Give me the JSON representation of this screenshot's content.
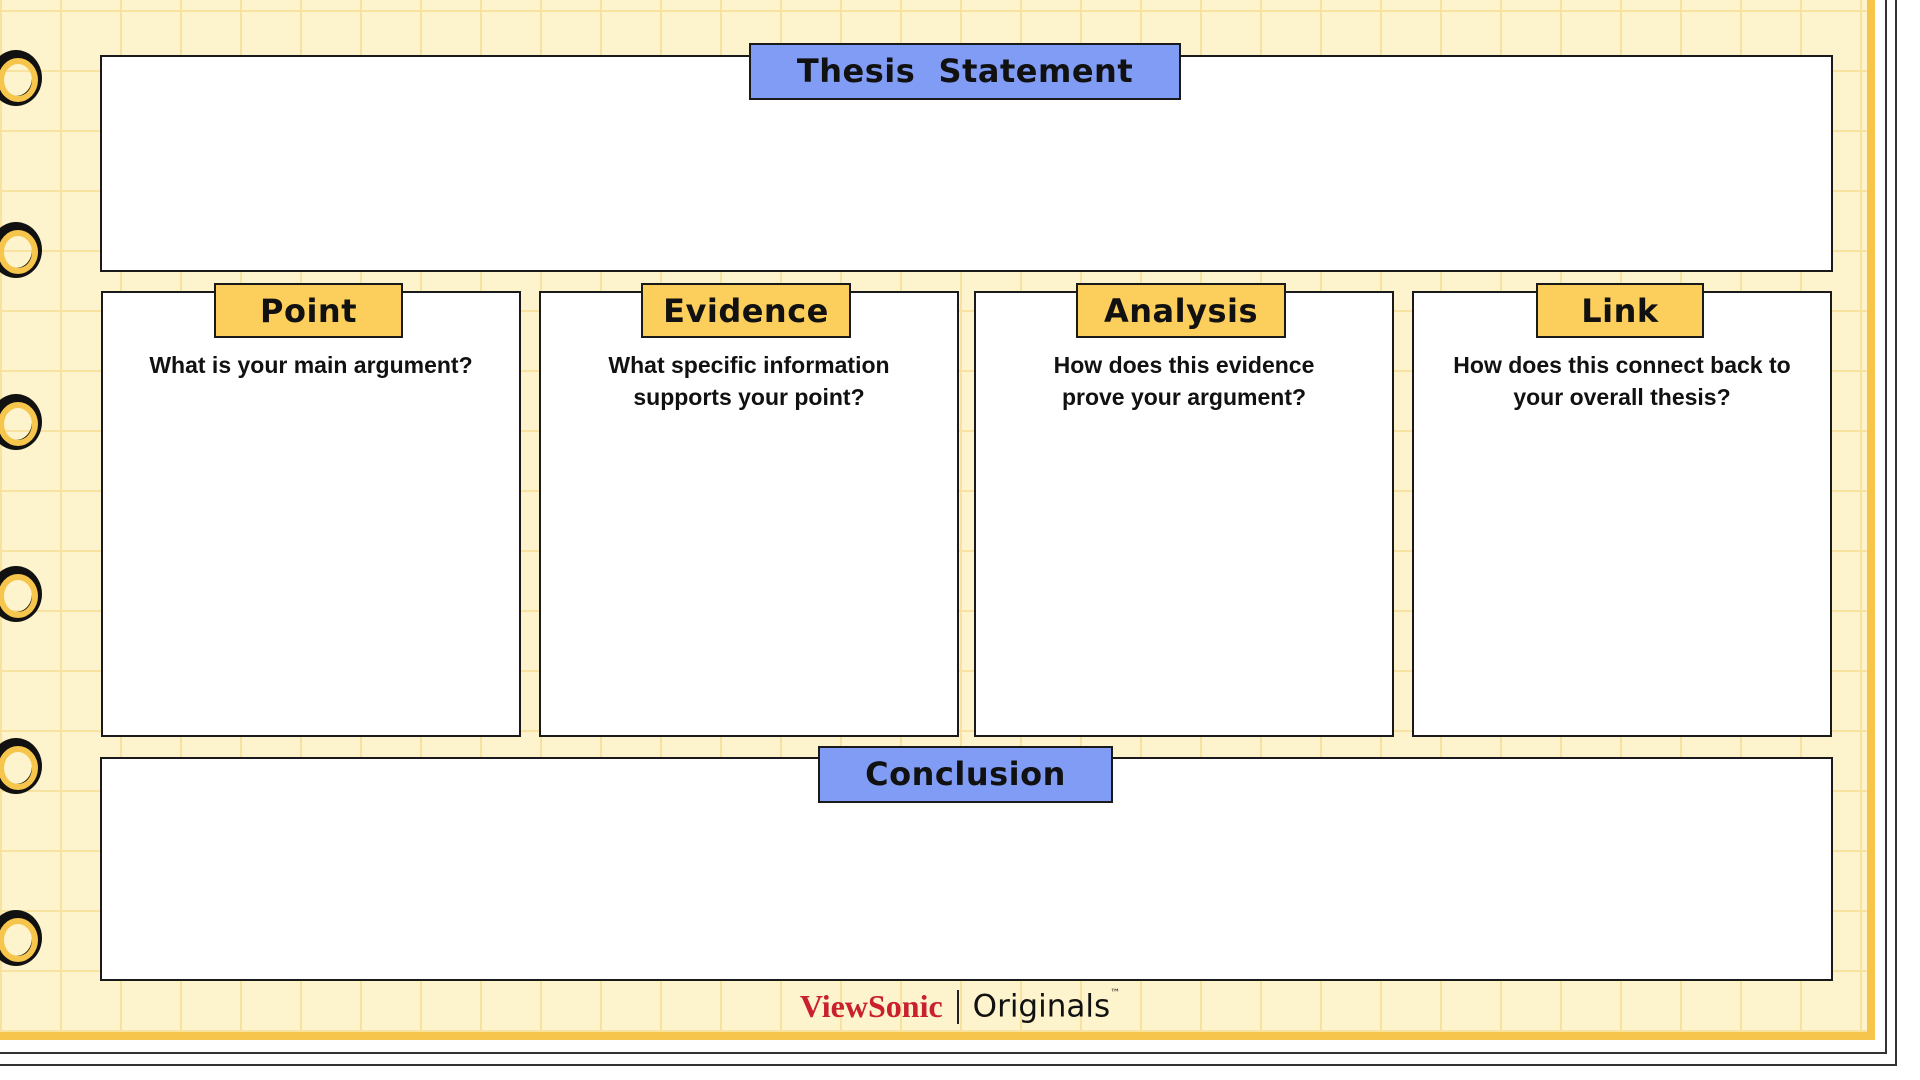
{
  "thesis": {
    "label": "Thesis  Statement"
  },
  "sections": [
    {
      "label": "Point",
      "prompt": "What is your main argument?"
    },
    {
      "label": "Evidence",
      "prompt": "What specific information supports your point?"
    },
    {
      "label": "Analysis",
      "prompt": "How does this evidence prove your argument?"
    },
    {
      "label": "Link",
      "prompt": "How does this connect back to your overall thesis?"
    }
  ],
  "conclusion": {
    "label": "Conclusion"
  },
  "footer": {
    "brand": "ViewSonic",
    "product": "Originals",
    "trademark": "™"
  },
  "colors": {
    "paper": "#fdf3cc",
    "grid": "#f8e2a0",
    "accent_yellow": "#fcce5b",
    "accent_blue": "#809cf5",
    "brand_red": "#c8202d"
  }
}
